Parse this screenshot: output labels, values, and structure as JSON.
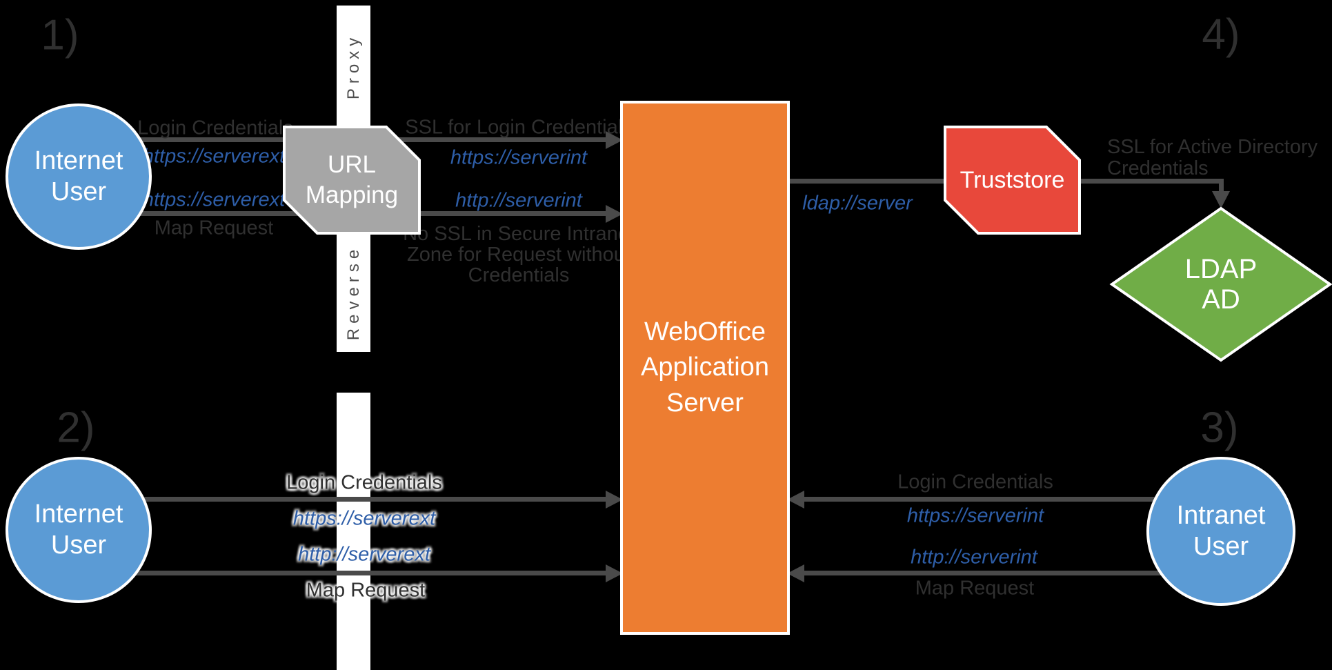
{
  "zone_numbers": {
    "one": "1)",
    "two": "2)",
    "three": "3)",
    "four": "4)"
  },
  "proxy_bar": {
    "proxy": "Proxy",
    "reverse": "Reverse"
  },
  "nodes": {
    "internet_user_top": "Internet User",
    "internet_user_bottom": "Internet User",
    "intranet_user": "Intranet User",
    "url_mapping": "URL Mapping",
    "app_server": "WebOffice Application Server",
    "truststore": "Truststore",
    "ldap_ad": "LDAP AD"
  },
  "flows": {
    "zone1": {
      "login": "Login Credentials",
      "url1": "https://serverext",
      "url2": "https://serverext",
      "map": "Map Request"
    },
    "middle": {
      "ssl": "SSL for Login Credentials",
      "url1": "https://serverint",
      "url2": "http://serverint",
      "no_ssl": "No SSL in Secure Intranet Zone for Request without Credentials"
    },
    "ldap_url": "ldap://server",
    "ad_ssl": "SSL for Active Directory Credentials",
    "zone2": {
      "login": "Login Credentials",
      "url1": "https://serverext",
      "url2": "http://serverext",
      "map": "Map Request"
    },
    "zone3": {
      "login": "Login Credentials",
      "url1": "https://serverint",
      "url2": "http://serverint",
      "map": "Map Request"
    }
  },
  "colors": {
    "background": "#000000",
    "user_node": "#5B9BD5",
    "app_server_node": "#ED7D31",
    "url_mapping_node": "#A6A6A6",
    "truststore_node": "#E8483B",
    "ldap_ad_node": "#70AD47",
    "connector": "#4A4A4A",
    "label_text": "#303030",
    "url_text": "#2E5EA8",
    "proxy_bar": "#FFFFFF"
  }
}
